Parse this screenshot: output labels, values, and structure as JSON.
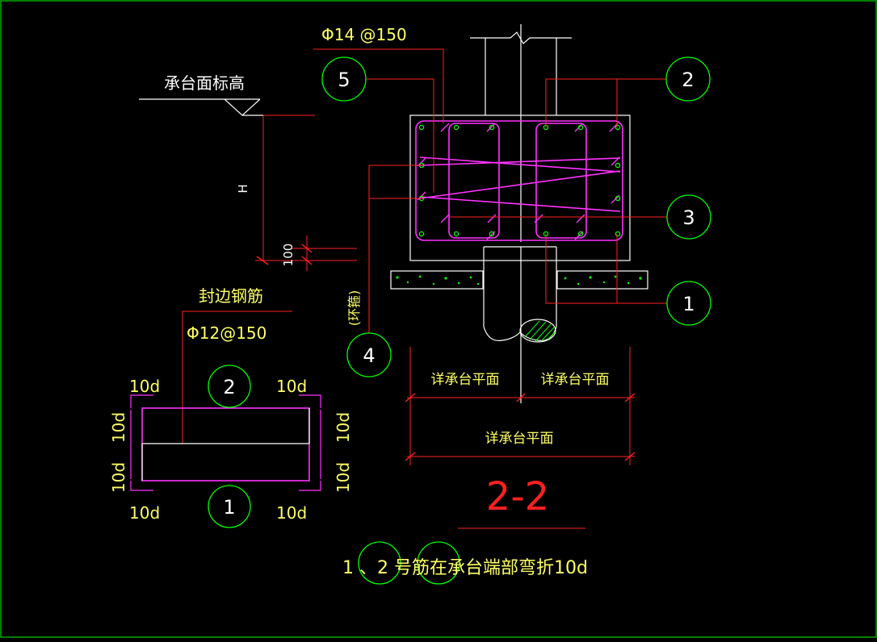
{
  "colors": {
    "background": "#000000",
    "border": "#00ff00",
    "concrete": "#ffffff",
    "dimension": "#ff2020",
    "rebar": "#ff33ff",
    "bar_dot": "#00ff00",
    "callout_circle": "#00ff00",
    "text": "#ffff66",
    "title": "#ff2020"
  },
  "labels": {
    "rebar_spec_top": "Φ14 @150",
    "cap_top_elevation": "承台面标高",
    "height_symbol": "H",
    "dim_100": "100",
    "edge_rebar": "封边钢筋",
    "edge_rebar_spec": "Φ12@150",
    "hoop": "(环箍)",
    "ref_plan_left": "详承台平面",
    "ref_plan_right": "详承台平面",
    "ref_plan_total": "详承台平面",
    "section_title": "2-2",
    "dim_10d": "10d",
    "note": "1 、2 号筋在承台端部弯折10d"
  },
  "callouts": {
    "c1": "1",
    "c2": "2",
    "c3": "3",
    "c4": "4",
    "c5": "5",
    "d1": "1",
    "d2": "2"
  }
}
